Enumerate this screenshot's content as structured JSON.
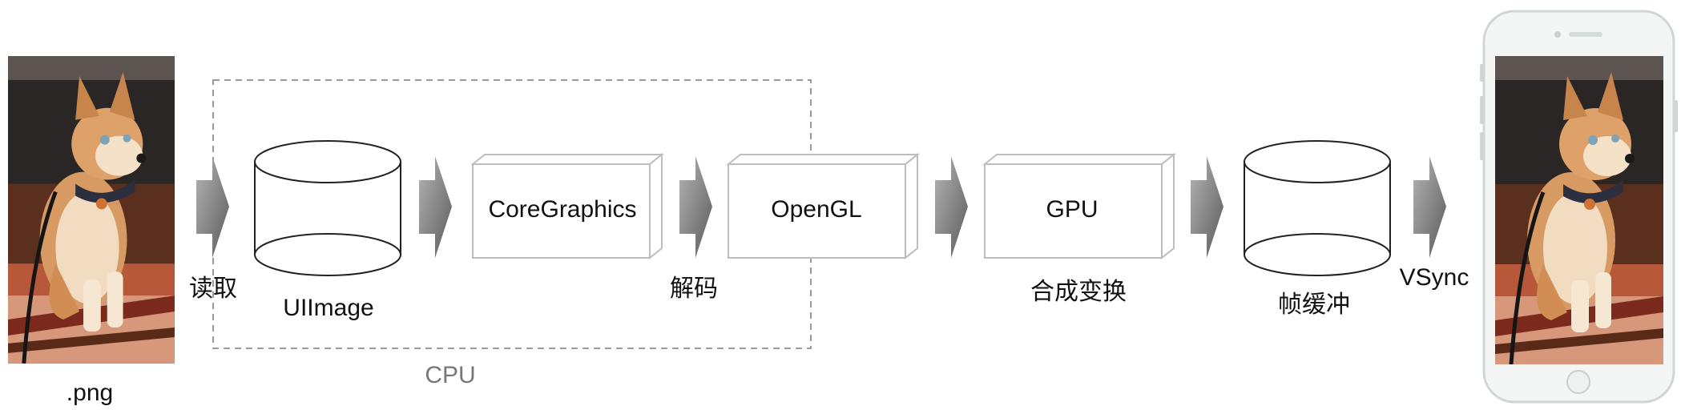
{
  "diagram": {
    "source": {
      "caption": ".png",
      "image": "corgi-dog-photo"
    },
    "steps": [
      {
        "label": "读取"
      },
      {
        "label": "UIImage"
      },
      {
        "label": "CoreGraphics"
      },
      {
        "label": "解码"
      },
      {
        "label": "OpenGL"
      },
      {
        "label": "GPU"
      },
      {
        "label": "合成变换"
      },
      {
        "label": "帧缓冲"
      },
      {
        "label": "VSync"
      }
    ],
    "group": {
      "label": "CPU"
    },
    "target": {
      "device": "iphone-icon"
    },
    "colors": {
      "arrow": "#7f7f7f",
      "box_stroke": "#bdbdbd",
      "cylinder_stroke": "#222222",
      "group_border": "#999999"
    }
  }
}
